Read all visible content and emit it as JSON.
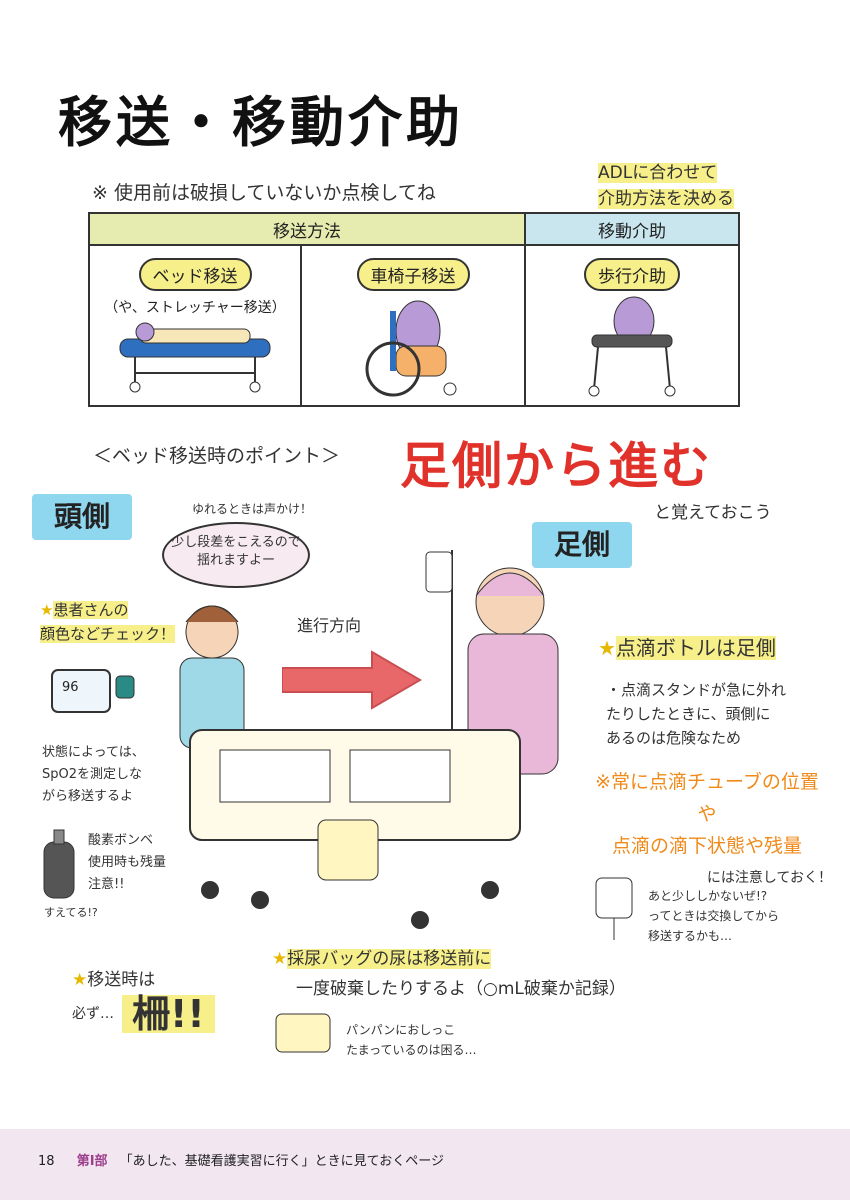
{
  "title": "移送・移動介助",
  "check_note": "※ 使用前は破損していないか点検してね",
  "adl_note": [
    "ADLに合わせて",
    "介助方法を決める"
  ],
  "table": {
    "header_transfer": "移送方法",
    "header_move": "移動介助",
    "bed": "ベッド移送",
    "bed_sub": "（や、ストレッチャー移送）",
    "wheelchair": "車椅子移送",
    "walker": "歩行介助"
  },
  "point_heading": "＜ベッド移送時のポイント＞",
  "big_slogan": "足側から進む",
  "remember": "と覚えておこう",
  "head_side": "頭側",
  "foot_side": "足側",
  "bubble_top": "ゆれるときは声かけ！",
  "bubble": "少し段差をこえるので 揺れますよー",
  "direction": "進行方向",
  "patient_check": [
    "患者さんの",
    "顔色などチェック！"
  ],
  "spo2_value": "96",
  "spo2_note": [
    "状態によっては、",
    "SpO2を測定しな",
    "がら移送するよ"
  ],
  "oxygen_note": [
    "酸素ボンベ",
    "使用時も残量",
    "注意!!"
  ],
  "oxygen_face": "すえてる!?",
  "drip_bottle": "点滴ボトルは足側",
  "drip_reason": [
    "・点滴スタンドが急に外れ",
    "たりしたときに、頭側に",
    "あるのは危険なため"
  ],
  "always": [
    "※常に点滴チューブの位置",
    "や",
    "点滴の滴下状態や残量",
    "には注意しておく！"
  ],
  "drip_bag_note": [
    "あと少ししかないぜ!?",
    "ってときは交換してから",
    "移送するかも…"
  ],
  "urine": [
    "採尿バッグの尿は移送前に",
    "一度破棄したりするよ（○mL破棄か記録）"
  ],
  "urine_small": [
    "パンパンにおしっこ",
    "たまっているのは困る…"
  ],
  "rail": [
    "移送時は",
    "必ず…",
    "柵!!"
  ],
  "footer": {
    "page": "18",
    "part": "第Ⅰ部",
    "title": "「あした、基礎看護実習に行く」ときに見ておくページ"
  }
}
